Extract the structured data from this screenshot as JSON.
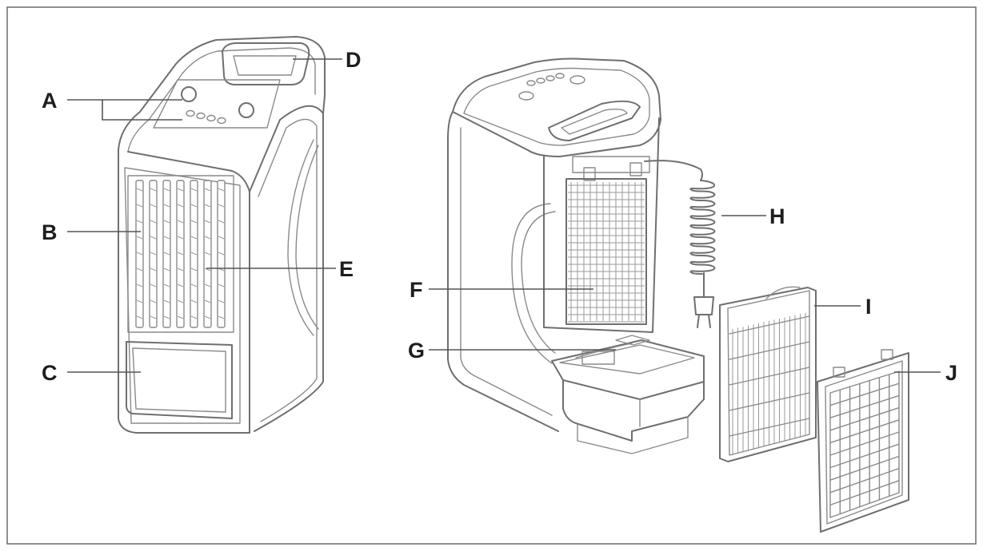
{
  "labels": {
    "a": "A",
    "b": "B",
    "c": "C",
    "d": "D",
    "e": "E",
    "f": "F",
    "g": "G",
    "h": "H",
    "i": "I",
    "j": "J"
  },
  "colors": {
    "line": "#6f6f6f",
    "label": "#1e1e1e",
    "frame": "#6a6a6a"
  }
}
